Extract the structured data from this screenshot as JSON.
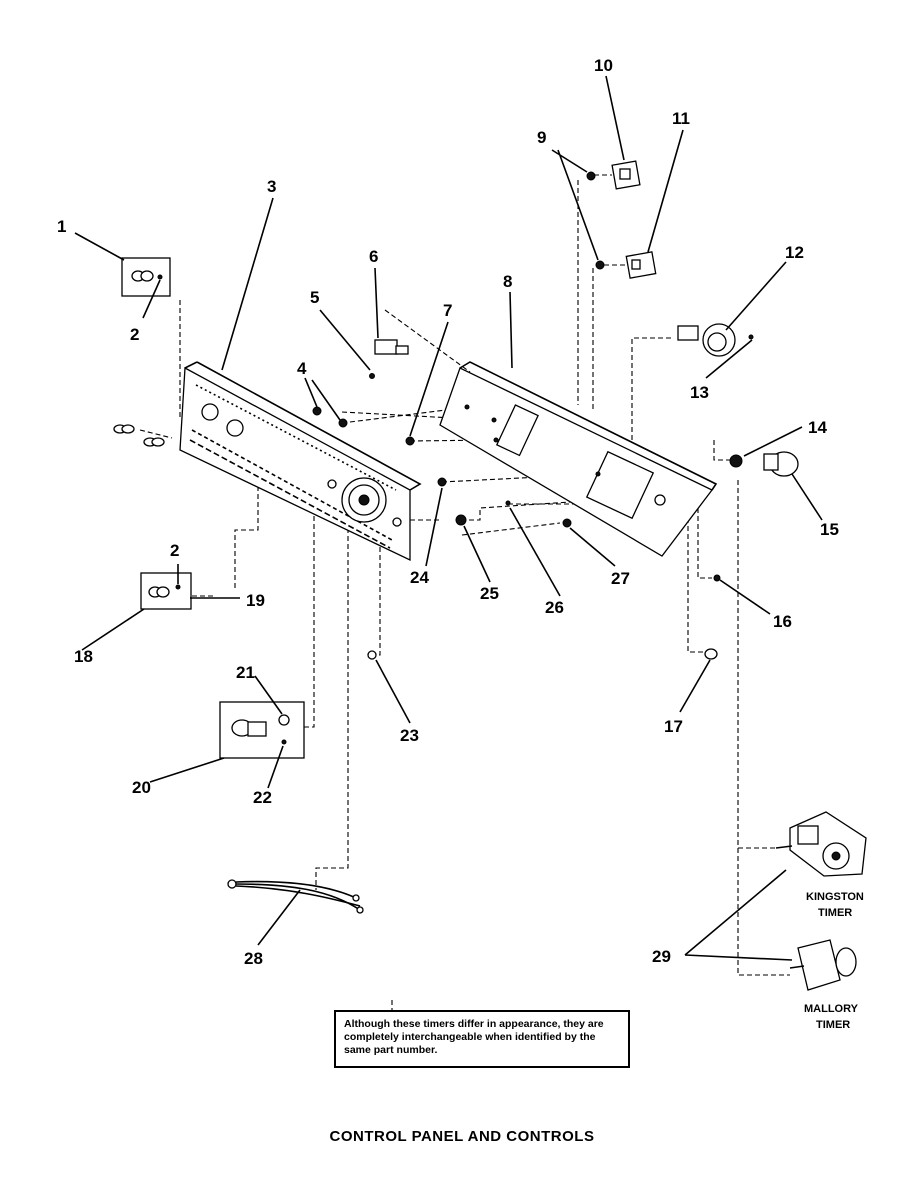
{
  "title": "CONTROL PANEL AND CONTROLS",
  "note": "Although these timers differ in appearance, they are completely interchangeable when identified by the same part number.",
  "timer_labels": {
    "kingston": [
      "KINGSTON",
      "TIMER"
    ],
    "mallory": [
      "MALLORY",
      "TIMER"
    ]
  },
  "callouts": [
    "1",
    "2",
    "2",
    "3",
    "4",
    "5",
    "6",
    "7",
    "8",
    "9",
    "10",
    "11",
    "12",
    "13",
    "14",
    "15",
    "16",
    "17",
    "18",
    "19",
    "20",
    "21",
    "22",
    "23",
    "24",
    "25",
    "26",
    "27",
    "28",
    "29"
  ]
}
